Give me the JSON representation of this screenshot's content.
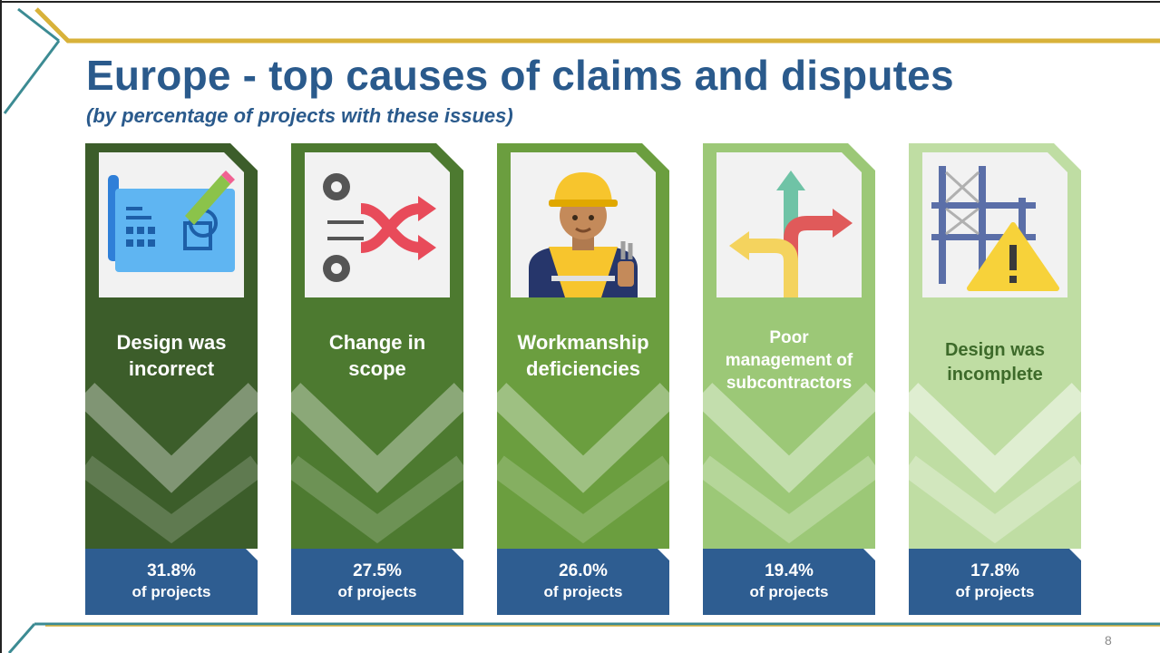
{
  "title": "Europe - top causes of claims and disputes",
  "subtitle": "(by percentage of projects with these issues)",
  "page_number": "8",
  "colors": {
    "title": "#2a5a8c",
    "stat_band": "#2e5d91",
    "accent_gold": "#d8b23a",
    "accent_teal": "#3c8b93",
    "card_fills": [
      "#3c5d2a",
      "#4d7a30",
      "#6b9e3f",
      "#9cc877",
      "#bfdda3"
    ]
  },
  "causes": [
    {
      "label_lines": [
        "Design was",
        "incorrect"
      ],
      "percent": "31.8%",
      "unit": "of projects",
      "icon": "blueprint-icon",
      "text_color": "#ffffff"
    },
    {
      "label_lines": [
        "Change in",
        "scope"
      ],
      "percent": "27.5%",
      "unit": "of projects",
      "icon": "gears-shuffle-icon",
      "text_color": "#ffffff"
    },
    {
      "label_lines": [
        "Workmanship",
        "deficiencies"
      ],
      "percent": "26.0%",
      "unit": "of projects",
      "icon": "worker-icon",
      "text_color": "#ffffff"
    },
    {
      "label_lines": [
        "Poor",
        "management of",
        "subcontractors"
      ],
      "percent": "19.4%",
      "unit": "of projects",
      "icon": "split-arrows-icon",
      "text_color": "#ffffff"
    },
    {
      "label_lines": [
        "Design was",
        "incomplete"
      ],
      "percent": "17.8%",
      "unit": "of projects",
      "icon": "scaffold-warning-icon",
      "text_color": "#3d6a2a"
    }
  ]
}
